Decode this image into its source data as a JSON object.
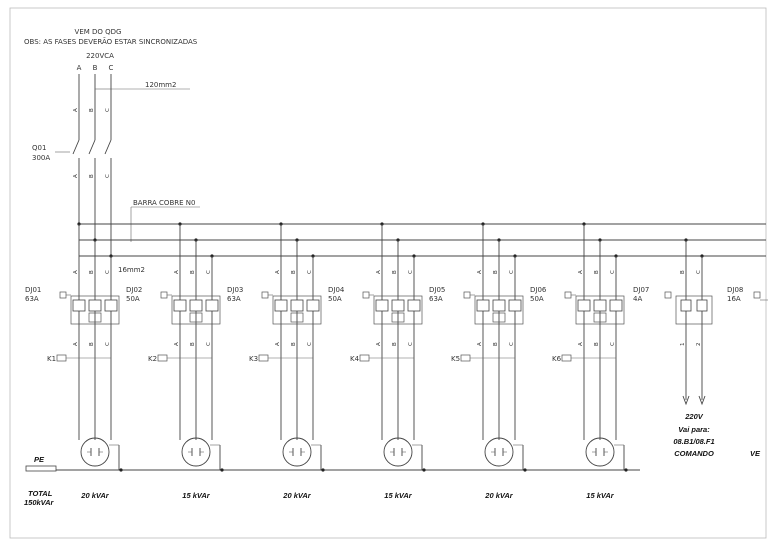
{
  "header": {
    "origin": "VEM DO QDG",
    "note": "OBS: AS FASES DEVERÃO ESTAR SINCRONIZADAS",
    "voltage": "220VCA"
  },
  "phases": [
    "A",
    "B",
    "C"
  ],
  "main_cable": "120mm2",
  "main_breaker": {
    "id": "Q01",
    "rating": "300A"
  },
  "neutral_bar": "BARRA COBRE N0",
  "ground_cable": "16mm2",
  "ground": {
    "label": "PE",
    "total_label": "TOTAL",
    "total_value": "150kVAr"
  },
  "branches": [
    {
      "breaker": "DJ01",
      "rating": "63A",
      "contactor": "K1",
      "power": "20 kVAr"
    },
    {
      "breaker": "DJ02",
      "rating": "50A",
      "contactor": "K2",
      "power": "15 kVAr"
    },
    {
      "breaker": "DJ03",
      "rating": "63A",
      "contactor": "K3",
      "power": "20 kVAr"
    },
    {
      "breaker": "DJ04",
      "rating": "50A",
      "contactor": "K4",
      "power": "15 kVAr"
    },
    {
      "breaker": "DJ05",
      "rating": "63A",
      "contactor": "K5",
      "power": "20 kVAr"
    },
    {
      "breaker": "DJ06",
      "rating": "50A",
      "contactor": "K6",
      "power": "15 kVAr"
    }
  ],
  "command_branch": {
    "breaker": "DJ07",
    "rating": "4A",
    "terminals": [
      "1",
      "2"
    ],
    "voltage": "220V",
    "dest_line1": "Vai para:",
    "dest_line2": "08.B1/08.F1",
    "dest_line3": "COMANDO"
  },
  "cut_branch": {
    "breaker": "DJ08",
    "rating": "16A",
    "dest_fragment": "VE"
  }
}
